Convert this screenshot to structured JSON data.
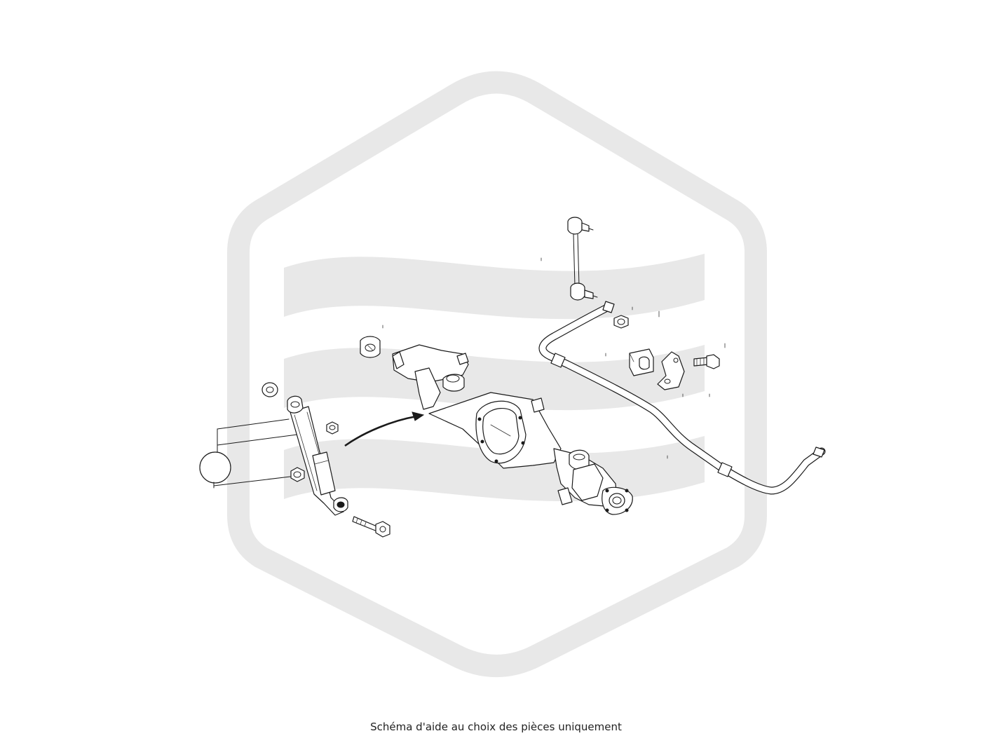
{
  "caption": "Schéma d'aide au choix des pièces uniquement",
  "colors": {
    "background": "#ffffff",
    "watermark": "#e8e8e8",
    "line_art": "#1a1a1a",
    "caption_text": "#222222"
  },
  "watermark": {
    "shape": "rounded-hexagon",
    "inner_mark": "three-wave-stripes"
  },
  "parts": [
    "shock-absorber",
    "shock-upper-washer",
    "shock-nut-upper",
    "shock-nut-lower",
    "shock-lower-bolt",
    "callout-circle",
    "bump-stop",
    "rear-axle-housing",
    "direction-arrow",
    "stabilizer-link",
    "stabilizer-bar",
    "stabilizer-bushing",
    "stabilizer-bracket",
    "bracket-bolt",
    "link-nut"
  ]
}
